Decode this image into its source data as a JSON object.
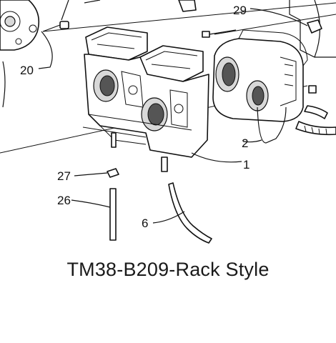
{
  "diagram": {
    "callouts": {
      "c20": "20",
      "c29": "29",
      "c2": "2",
      "c1": "1",
      "c27": "27",
      "c26": "26",
      "c6": "6"
    },
    "caption": "TM38-B209-Rack Style"
  }
}
